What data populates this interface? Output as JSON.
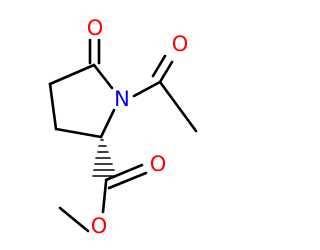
{
  "molecule": {
    "atoms": {
      "ring_carbonyl_oxygen": {
        "symbol": "O",
        "color": "#ff0000"
      },
      "ring_nitrogen": {
        "symbol": "N",
        "color": "#0000ff"
      },
      "acetyl_oxygen": {
        "symbol": "O",
        "color": "#ff0000"
      },
      "ester_carbonyl_oxygen": {
        "symbol": "O",
        "color": "#ff0000"
      },
      "ester_ether_oxygen": {
        "symbol": "O",
        "color": "#ff0000"
      }
    },
    "colors": {
      "bond": "#000000",
      "oxygen": "#ff0000",
      "nitrogen": "#0000ff"
    }
  }
}
